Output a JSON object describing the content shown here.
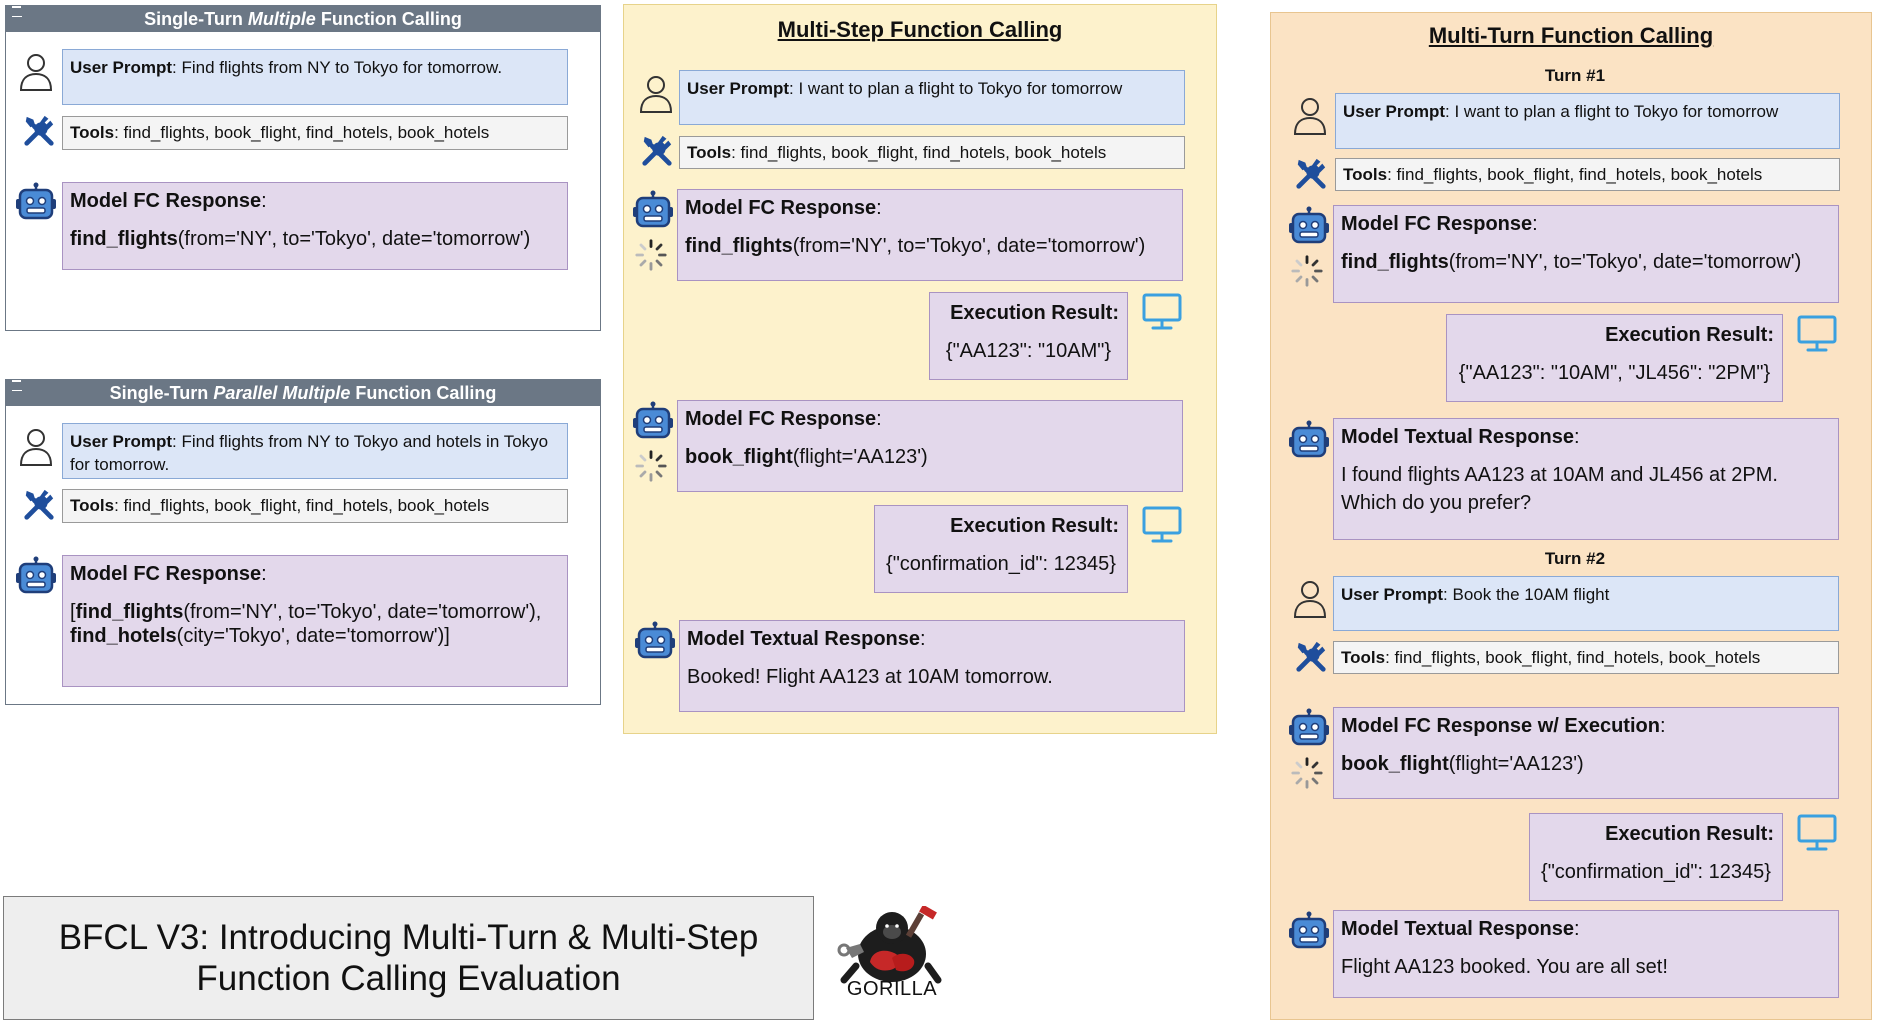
{
  "panels": {
    "single_multiple": {
      "title_pre": "Single-Turn ",
      "title_em": "Multiple",
      "title_post": " Function Calling",
      "user_prompt_label": "User Prompt",
      "user_prompt_text": ": Find flights from NY to Tokyo for tomorrow.",
      "tools_label": "Tools",
      "tools_text": ": find_flights, book_flight, find_hotels, book_hotels",
      "model_label": "Model FC Response",
      "call_fn": "find_flights",
      "call_args": "(from='NY', to='Tokyo', date='tomorrow')"
    },
    "single_parallel": {
      "title_pre": "Single-Turn ",
      "title_em": "Parallel Multiple",
      "title_post": " Function Calling",
      "user_prompt_label": "User Prompt",
      "user_prompt_text": ": Find flights from NY to Tokyo and hotels in Tokyo for tomorrow.",
      "tools_label": "Tools",
      "tools_text": ": find_flights, book_flight, find_hotels, book_hotels",
      "model_label": "Model FC Response",
      "call1_prefix": "[",
      "call1_fn": "find_flights",
      "call1_args": "(from='NY', to='Tokyo', date='tomorrow'),",
      "call2_fn": "find_hotels",
      "call2_args": "(city='Tokyo', date='tomorrow')]"
    },
    "multi_step": {
      "title": "Multi-Step Function Calling",
      "user_prompt_label": "User Prompt",
      "user_prompt_text": ": I want to plan a flight to Tokyo for tomorrow",
      "tools_label": "Tools",
      "tools_text": ": find_flights, book_flight, find_hotels, book_hotels",
      "model1_label": "Model FC Response",
      "model1_fn": "find_flights",
      "model1_args": "(from='NY', to='Tokyo', date='tomorrow')",
      "exec1_label": "Execution Result:",
      "exec1_value": "{\"AA123\": \"10AM\"}",
      "model2_label": "Model FC Response",
      "model2_fn": "book_flight",
      "model2_args": "(flight='AA123')",
      "exec2_label": "Execution Result:",
      "exec2_value": "{\"confirmation_id\": 12345}",
      "model3_label": "Model Textual Response",
      "model3_text": "Booked! Flight AA123 at 10AM tomorrow."
    },
    "multi_turn": {
      "title": "Multi-Turn Function Calling",
      "turn1_label": "Turn #1",
      "user1_label": "User Prompt",
      "user1_text": ": I want to plan a flight to Tokyo for tomorrow",
      "tools1_label": "Tools",
      "tools1_text": ": find_flights, book_flight, find_hotels, book_hotels",
      "model1_label": "Model FC Response",
      "model1_fn": "find_flights",
      "model1_args": "(from='NY', to='Tokyo', date='tomorrow')",
      "exec1_label": "Execution Result:",
      "exec1_value": "{\"AA123\": \"10AM\", \"JL456\": \"2PM\"}",
      "text1_label": "Model Textual Response",
      "text1_line1": "I found flights AA123 at 10AM and JL456 at 2PM.",
      "text1_line2": "Which do you prefer?",
      "turn2_label": "Turn #2",
      "user2_label": "User Prompt",
      "user2_text": ": Book the 10AM flight",
      "tools2_label": "Tools",
      "tools2_text": ": find_flights, book_flight, find_hotels, book_hotels",
      "model2_label": "Model FC Response w/ Execution",
      "model2_fn": "book_flight",
      "model2_args": "(flight='AA123')",
      "exec2_label": "Execution Result:",
      "exec2_value": "{\"confirmation_id\": 12345}",
      "text2_label": "Model Textual Response",
      "text2_text": "Flight AA123 booked. You are all set!"
    }
  },
  "caption": {
    "line1": "BFCL V3: Introducing Multi-Turn & Multi-Step",
    "line2": "Function Calling Evaluation"
  },
  "logo": {
    "label": "GORILLA"
  },
  "colors": {
    "window_header": "#6b7785",
    "user_box": "#dce6f7",
    "model_box": "#e3d8eb",
    "multi_step_bg": "#fdf2cc",
    "multi_turn_bg": "#fbe3c4",
    "icon_blue": "#1f4e9c",
    "monitor_blue": "#3aa0e0"
  },
  "icons": [
    "user-icon",
    "tools-icon",
    "robot-icon",
    "spinner-icon",
    "monitor-icon",
    "gorilla-logo"
  ]
}
